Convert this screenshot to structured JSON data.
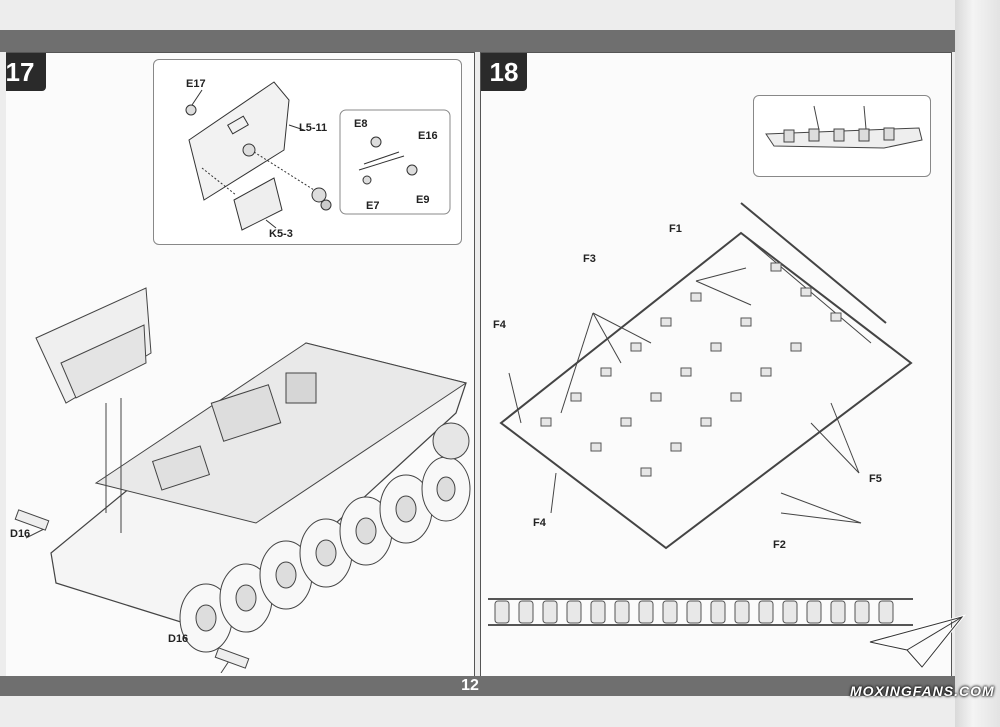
{
  "page": {
    "number": "12",
    "watermark": "MOXINGFANS.COM"
  },
  "step17": {
    "label": "17",
    "inset_callouts": {
      "e17": "E17",
      "l5_11": "L5-11",
      "k5_3": "K5-3",
      "e8": "E8",
      "e16": "E16",
      "e7": "E7",
      "e9": "E9"
    },
    "main_callouts": {
      "d16_left": "D16",
      "d16_bottom": "D16"
    }
  },
  "step18": {
    "label": "18",
    "callouts": {
      "f1": "F1",
      "f3": "F3",
      "f4_top": "F4",
      "f4_bottom": "F4",
      "f5": "F5",
      "f2": "F2"
    }
  }
}
